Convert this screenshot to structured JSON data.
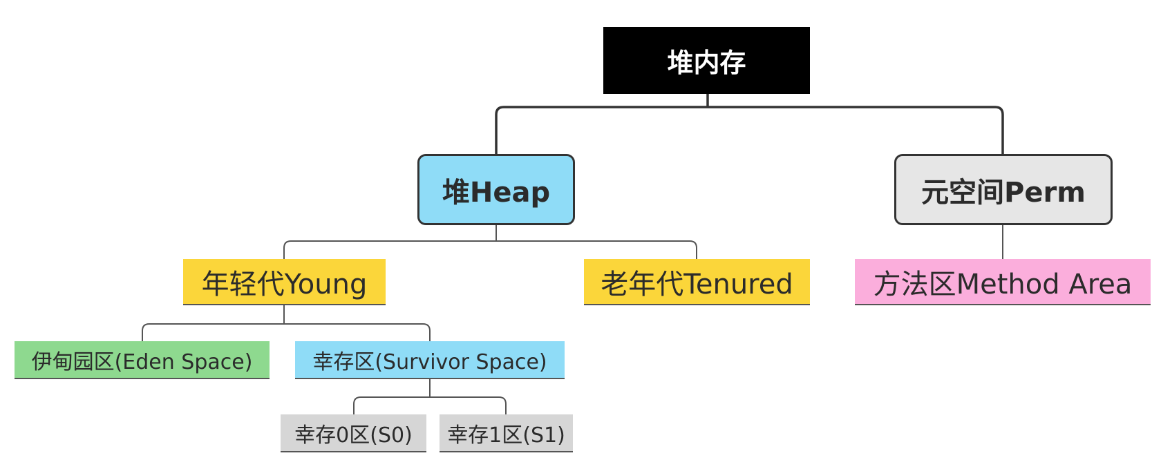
{
  "diagram": {
    "root": {
      "label": "堆内存"
    },
    "heap": {
      "label": "堆Heap"
    },
    "perm": {
      "label": "元空间Perm"
    },
    "young": {
      "label": "年轻代Young"
    },
    "tenured": {
      "label": "老年代Tenured"
    },
    "method_area": {
      "label": "方法区Method Area"
    },
    "eden": {
      "label": "伊甸园区(Eden Space)"
    },
    "survivor": {
      "label": "幸存区(Survivor Space)"
    },
    "s0": {
      "label": "幸存0区(S0)"
    },
    "s1": {
      "label": "幸存1区(S1)"
    }
  },
  "colors": {
    "root_bg": "#000000",
    "heap_bg": "#8fdcf7",
    "perm_bg": "#e6e6e6",
    "generation_bg": "#fbd63a",
    "method_area_bg": "#fbaedc",
    "eden_bg": "#8ed98f",
    "survivor_bg": "#8fdcf7",
    "survivor_slot_bg": "#d6d6d6",
    "connector": "#333333"
  }
}
